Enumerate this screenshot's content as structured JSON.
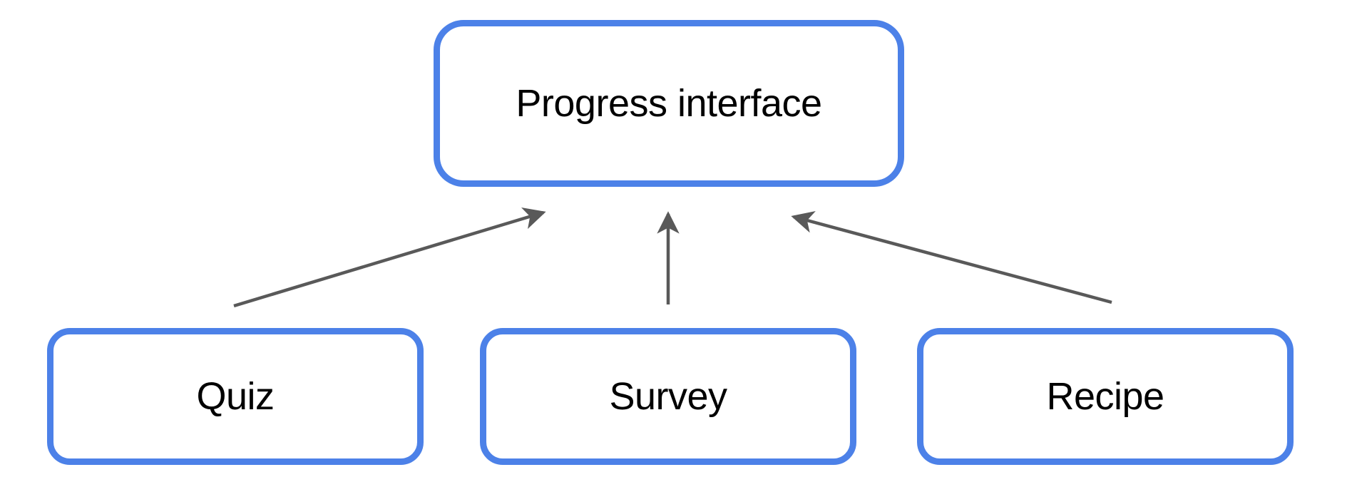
{
  "diagram": {
    "background": "#ffffff",
    "colors": {
      "node_border": "#4c81e8",
      "node_fill": "#ffffff",
      "arrow": "#595959",
      "label_text": "#000000"
    },
    "nodes": [
      {
        "id": "progress-interface",
        "label": "Progress interface"
      },
      {
        "id": "quiz",
        "label": "Quiz"
      },
      {
        "id": "survey",
        "label": "Survey"
      },
      {
        "id": "recipe",
        "label": "Recipe"
      }
    ],
    "edges": [
      {
        "from": "quiz",
        "to": "progress-interface"
      },
      {
        "from": "survey",
        "to": "progress-interface"
      },
      {
        "from": "recipe",
        "to": "progress-interface"
      }
    ]
  }
}
